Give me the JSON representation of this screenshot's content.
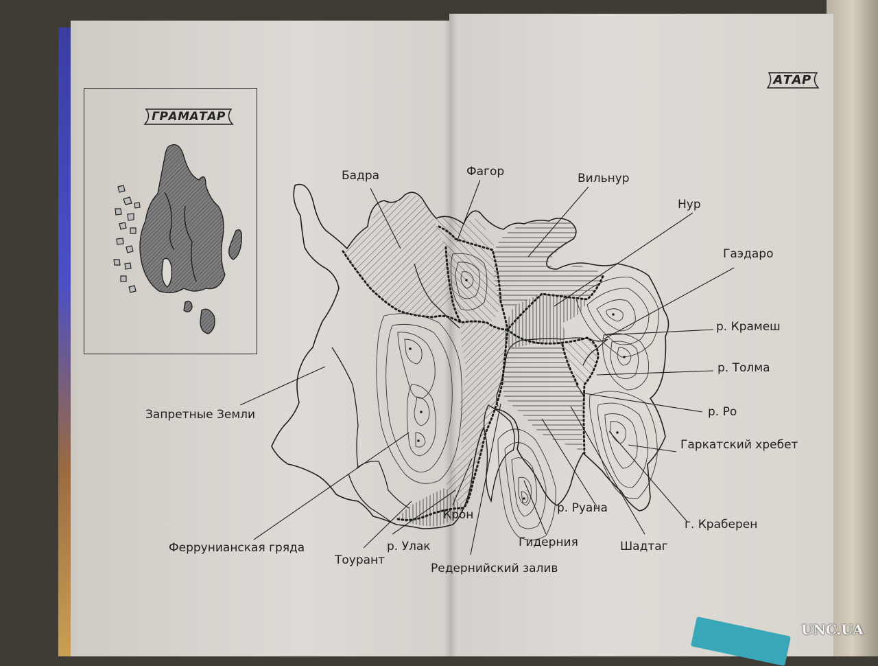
{
  "inset": {
    "title": "ГРАМАТАР"
  },
  "main_map": {
    "title": "АТАР"
  },
  "labels": {
    "badra": "Бадра",
    "fagor": "Фагор",
    "vilnur": "Вильнур",
    "nur": "Нур",
    "gaedaro": "Гаэдаро",
    "kramesh": "р. Крамеш",
    "tolma": "р. Толма",
    "ro": "р. Ро",
    "garkat": "Гаркатский хребет",
    "kraberen": "г. Краберен",
    "shadtag": "Шадтаг",
    "ruana": "р. Руана",
    "giderniya": "Гидерния",
    "redernian": "Редернийский залив",
    "kron": "Крон",
    "ulak": "р. Улак",
    "tourant": "Тоурант",
    "ferrunian": "Феррунианская гряда",
    "forbidden": "Запретные Земли"
  },
  "watermark": "UNC.UA",
  "colors": {
    "ink": "#1e1e1e",
    "paper": "#dedad5",
    "shade": "#7a7a7a"
  }
}
